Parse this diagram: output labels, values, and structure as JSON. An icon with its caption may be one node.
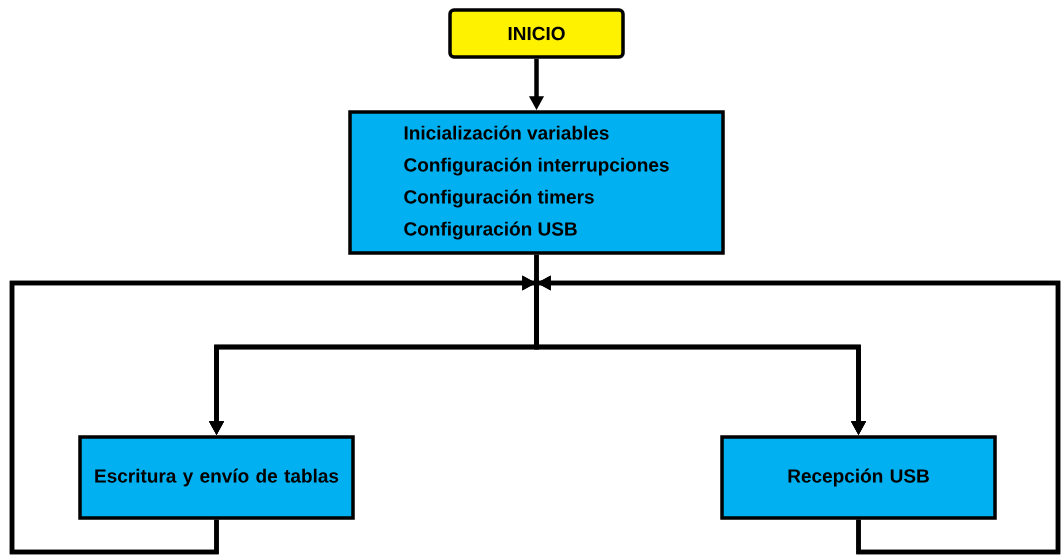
{
  "diagram": {
    "nodes": [
      {
        "text": [
          "INICIO"
        ]
      },
      {
        "text": [
          "Inicialización variables",
          "Configuración interrupciones",
          "Configuración timers",
          "Configuración USB"
        ]
      },
      {
        "text": [
          "Escritura y envío de tablas"
        ]
      },
      {
        "text": [
          "Recepción USB"
        ]
      }
    ],
    "edges": [
      {
        "from": 0,
        "to": 1,
        "arrow": "to"
      },
      {
        "from": 1,
        "to": 2,
        "arrow": "to"
      },
      {
        "from": 1,
        "to": 3,
        "arrow": "to"
      },
      {
        "from": 2,
        "to": 2,
        "arrow": "to"
      },
      {
        "from": 2,
        "to": 3,
        "arrow": "to"
      },
      {
        "from": 3,
        "to": 2,
        "arrow": "to"
      },
      {
        "from": 3,
        "to": 3,
        "arrow": "to"
      }
    ]
  }
}
